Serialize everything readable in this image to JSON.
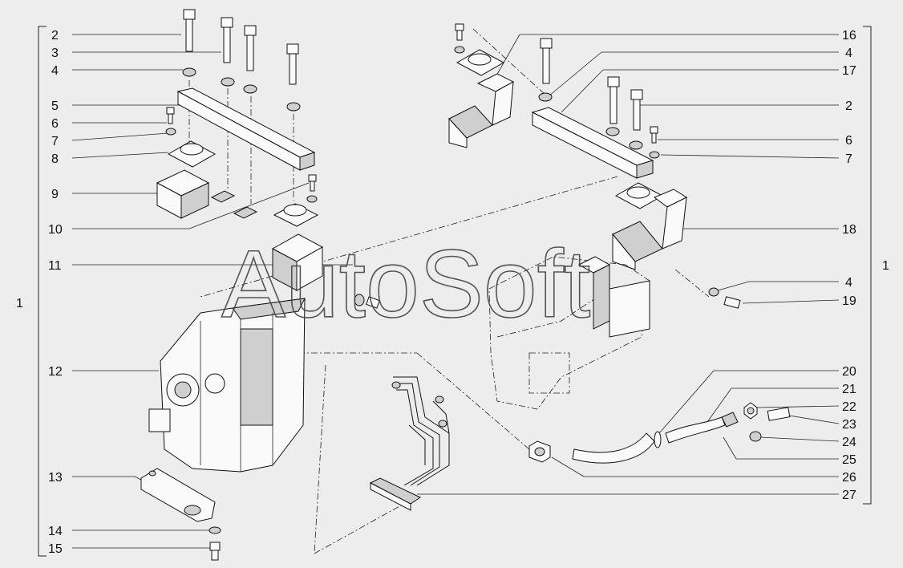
{
  "watermark": "AutoSoft",
  "left_group_label": "1",
  "right_group_label": "1",
  "left_callouts": [
    "2",
    "3",
    "4",
    "5",
    "6",
    "7",
    "8",
    "9",
    "10",
    "11",
    "12",
    "13",
    "14",
    "15"
  ],
  "right_callouts": [
    "16",
    "4",
    "17",
    "2",
    "6",
    "7",
    "18",
    "4",
    "19",
    "20",
    "21",
    "22",
    "23",
    "24",
    "25",
    "26",
    "27"
  ]
}
